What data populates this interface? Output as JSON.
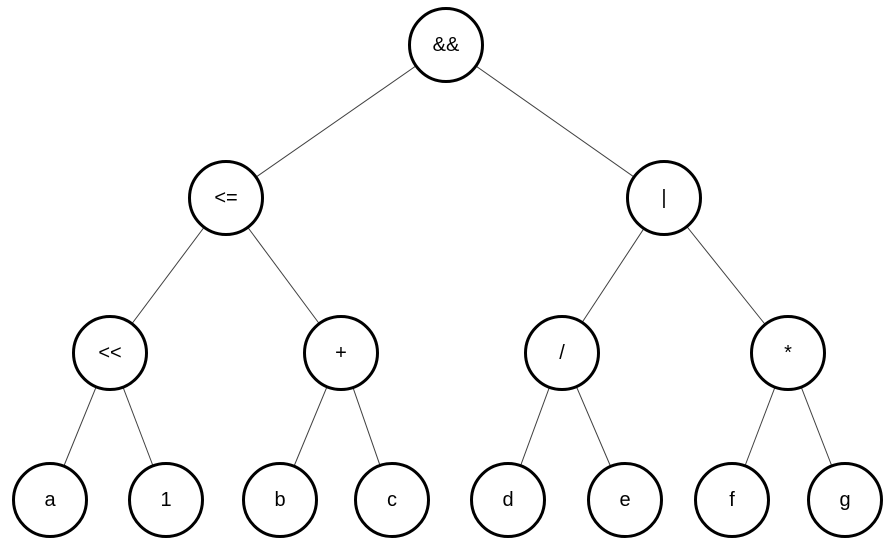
{
  "diagram": {
    "kind": "binary-expression-tree",
    "node_fill": "#ffffff",
    "node_stroke": "#000000",
    "edge_color": "#404040",
    "text_color": "#000000"
  },
  "nodes": [
    {
      "id": "and",
      "label": "&&"
    },
    {
      "id": "lte",
      "label": "<="
    },
    {
      "id": "or",
      "label": "|"
    },
    {
      "id": "shl",
      "label": "<<"
    },
    {
      "id": "plus",
      "label": "+"
    },
    {
      "id": "div",
      "label": "/"
    },
    {
      "id": "mul",
      "label": "*"
    },
    {
      "id": "a",
      "label": "a"
    },
    {
      "id": "one",
      "label": "1"
    },
    {
      "id": "b",
      "label": "b"
    },
    {
      "id": "c",
      "label": "c"
    },
    {
      "id": "d",
      "label": "d"
    },
    {
      "id": "e",
      "label": "e"
    },
    {
      "id": "f",
      "label": "f"
    },
    {
      "id": "g",
      "label": "g"
    }
  ],
  "edges": [
    {
      "from": "&&",
      "to": "<="
    },
    {
      "from": "&&",
      "to": "|"
    },
    {
      "from": "<=",
      "to": "<<"
    },
    {
      "from": "<=",
      "to": "+"
    },
    {
      "from": "|",
      "to": "/"
    },
    {
      "from": "|",
      "to": "*"
    },
    {
      "from": "<<",
      "to": "a"
    },
    {
      "from": "<<",
      "to": "1"
    },
    {
      "from": "+",
      "to": "b"
    },
    {
      "from": "+",
      "to": "c"
    },
    {
      "from": "/",
      "to": "d"
    },
    {
      "from": "/",
      "to": "e"
    },
    {
      "from": "*",
      "to": "f"
    },
    {
      "from": "*",
      "to": "g"
    }
  ]
}
